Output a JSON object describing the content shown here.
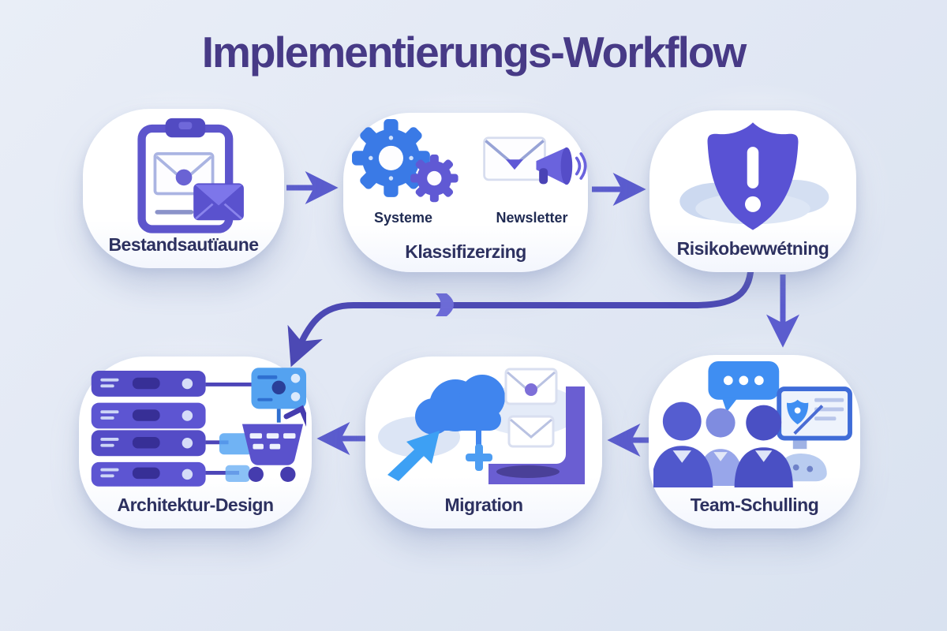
{
  "title": "Implementierungs-Workflow",
  "nodes": [
    {
      "id": "bestandsaufnahme",
      "label": "Bestandsautïaune",
      "icon": "clipboard-mail-icon"
    },
    {
      "id": "klassifizierung",
      "label": "Klassifizerzing",
      "icon": "gears-newsletter-icon",
      "sublabels": [
        "Systeme",
        "Newsletter"
      ]
    },
    {
      "id": "risikobewertung",
      "label": "Risikobewwétning",
      "icon": "alert-shield-icon"
    },
    {
      "id": "architektur-design",
      "label": "Architektur-Design",
      "icon": "server-cart-icon"
    },
    {
      "id": "migration",
      "label": "Migration",
      "icon": "cloud-upload-icon"
    },
    {
      "id": "team-schulung",
      "label": "Team-Schulling",
      "icon": "team-training-icon"
    }
  ],
  "arrows": [
    {
      "from": "bestandsaufnahme",
      "to": "klassifizierung",
      "direction": "right"
    },
    {
      "from": "klassifizierung",
      "to": "risikobewertung",
      "direction": "right"
    },
    {
      "from": "risikobewertung",
      "to": "team-schulung",
      "direction": "down"
    },
    {
      "from": "risikobewertung",
      "to": "architektur-design",
      "direction": "curved-left-down"
    },
    {
      "from": "team-schulung",
      "to": "migration",
      "direction": "left"
    },
    {
      "from": "migration",
      "to": "architektur-design",
      "direction": "left"
    }
  ],
  "colors": {
    "background": "#e2e8f4",
    "title": "#473a86",
    "node_label": "#2d3160",
    "arrow": "#5b5cce",
    "icon_purple": "#5a52ce",
    "icon_blue": "#4085ee",
    "node_background": "#ffffff"
  }
}
